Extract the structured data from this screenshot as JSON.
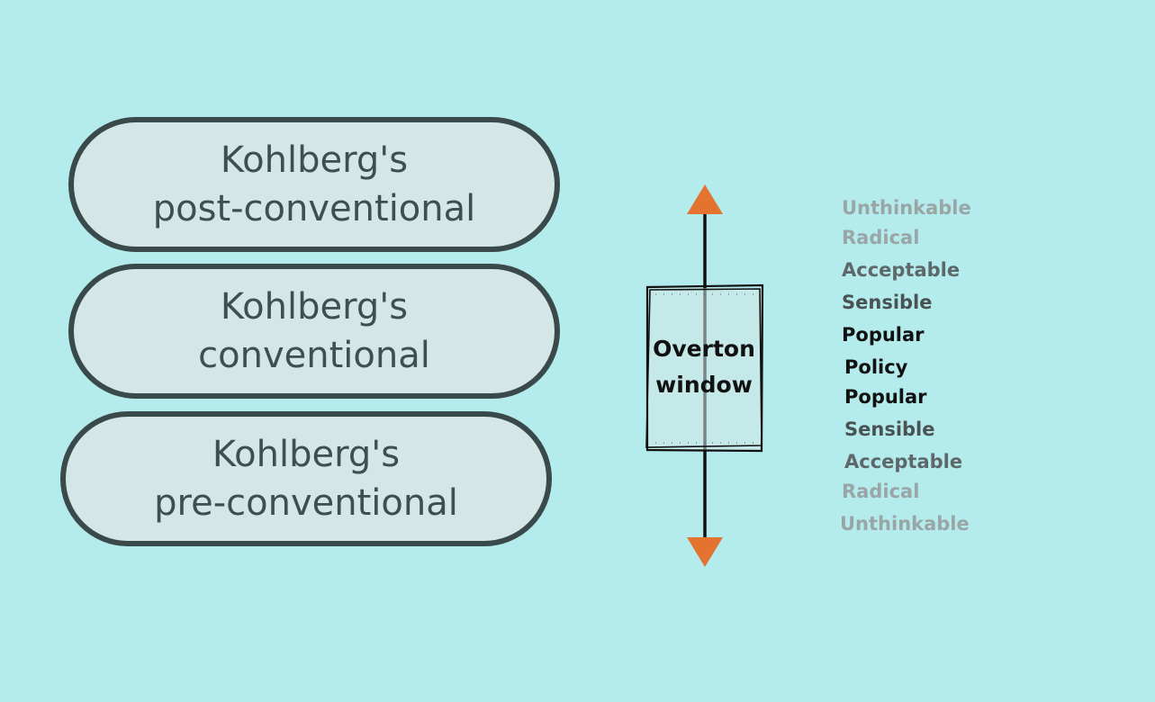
{
  "stages": [
    {
      "id": "post",
      "line1": "Kohlberg's",
      "line2": "post-conventional"
    },
    {
      "id": "conv",
      "line1": "Kohlberg's",
      "line2": "conventional"
    },
    {
      "id": "pre",
      "line1": "Kohlberg's",
      "line2": "pre-conventional"
    }
  ],
  "overton": {
    "line1": "Overton",
    "line2": "window",
    "arrow_color": "#e3732f"
  },
  "spectrum": [
    {
      "label": "Unthinkable",
      "color": "#9aa6a6"
    },
    {
      "label": "Radical",
      "color": "#9aa6a6"
    },
    {
      "label": "Acceptable",
      "color": "#5e6868"
    },
    {
      "label": "Sensible",
      "color": "#4a5252"
    },
    {
      "label": "Popular",
      "color": "#111111"
    },
    {
      "label": "Policy",
      "color": "#111111"
    },
    {
      "label": "Popular",
      "color": "#111111"
    },
    {
      "label": "Sensible",
      "color": "#4a5252"
    },
    {
      "label": "Acceptable",
      "color": "#5e6868"
    },
    {
      "label": "Radical",
      "color": "#9aa6a6"
    },
    {
      "label": "Unthinkable",
      "color": "#9aa6a6"
    }
  ]
}
